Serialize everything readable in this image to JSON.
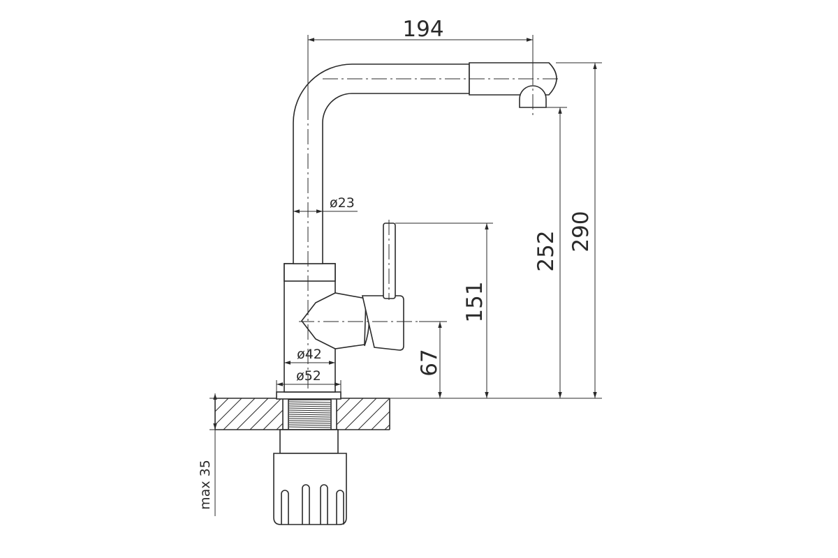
{
  "dimensions": {
    "spout_reach": "194",
    "pipe_diameter": "ø23",
    "body_diameter": "ø42",
    "base_diameter": "ø52",
    "lever_height": "67",
    "handle_height": "151",
    "outlet_height": "252",
    "total_height": "290",
    "max_thickness": "max 35"
  },
  "colors": {
    "line": "#2a2a2a",
    "background": "#ffffff"
  }
}
